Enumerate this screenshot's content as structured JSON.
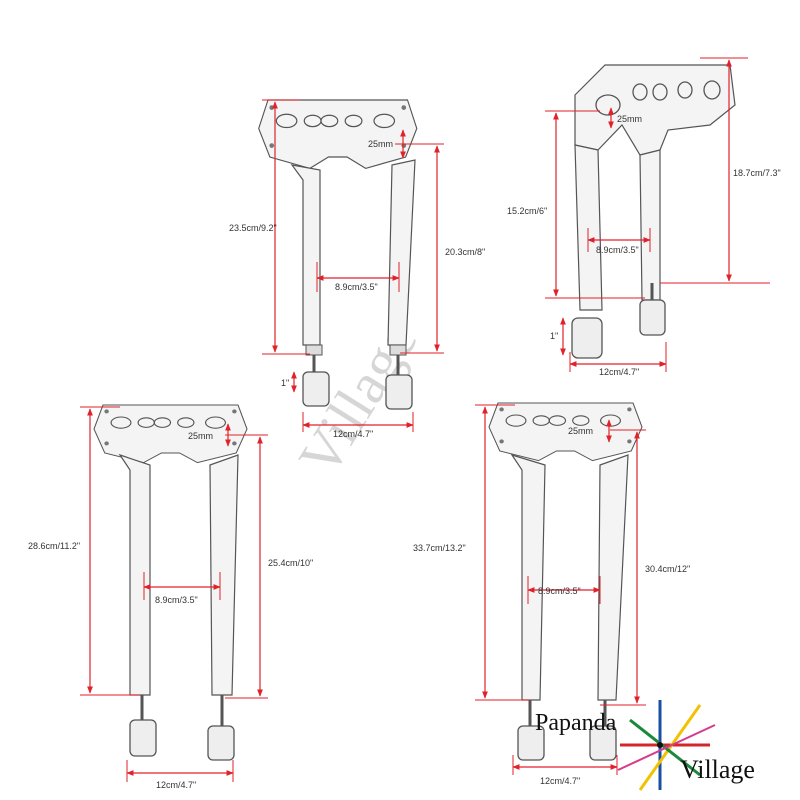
{
  "brand": {
    "line1": "Papanda",
    "line2": "Village"
  },
  "colors": {
    "dimension": "#e0222a",
    "riser_stroke": "#555555",
    "riser_fill": "#f4f4f4",
    "accent_blue": "#1b4fa3",
    "accent_yellow": "#f2c200",
    "accent_green": "#1a8a3a",
    "accent_red": "#d4252b",
    "accent_pink": "#d63a8c"
  },
  "risers": [
    {
      "id": "9in",
      "total_height": "23.5cm/9.2\"",
      "rise": "20.3cm/8\"",
      "bore": "25mm",
      "spacing": "8.9cm/3.5\"",
      "bolt": "1\"",
      "base_width": "12cm/4.7\""
    },
    {
      "id": "7in",
      "total_height": "18.7cm/7.3\"",
      "rise": "15.2cm/6\"",
      "bore": "25mm",
      "spacing": "8.9cm/3.5\"",
      "bolt": "1\"",
      "base_width": "12cm/4.7\""
    },
    {
      "id": "11in",
      "total_height": "28.6cm/11.2\"",
      "rise": "25.4cm/10\"",
      "bore": "25mm",
      "spacing": "8.9cm/3.5\"",
      "bolt": "",
      "base_width": "12cm/4.7\""
    },
    {
      "id": "13in",
      "total_height": "33.7cm/13.2\"",
      "rise": "30.4cm/12\"",
      "bore": "25mm",
      "spacing": "8.9cm/3.5\"",
      "bolt": "",
      "base_width": "12cm/4.7\""
    }
  ]
}
